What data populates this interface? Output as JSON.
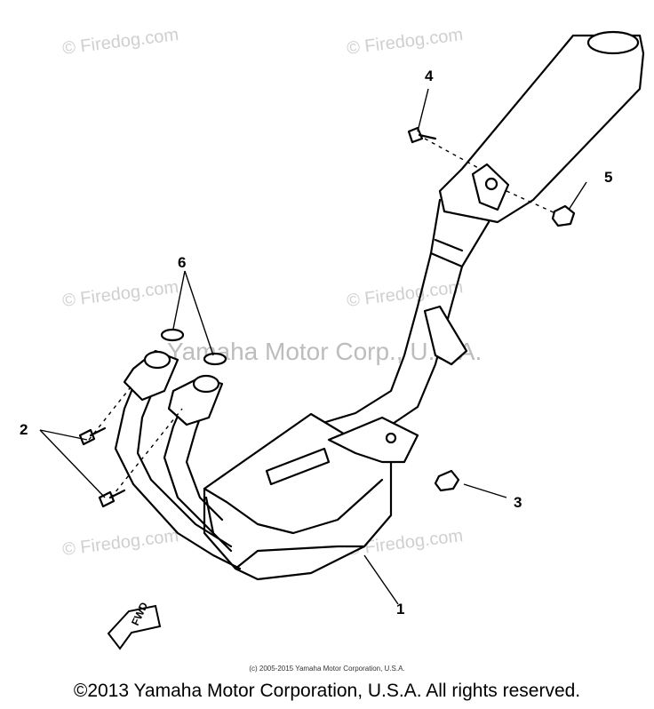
{
  "watermarks": {
    "site": "© Firedog.com",
    "brand": "Yamaha Motor Corp., U.S.A."
  },
  "callouts": [
    "1",
    "2",
    "3",
    "4",
    "5",
    "6"
  ],
  "fwd_label": "FWD",
  "small_credit": "(c) 2005-2015 Yamaha Motor Corporation, U.S.A.",
  "copyright": "©2013 Yamaha Motor Corporation, U.S.A. All rights reserved."
}
